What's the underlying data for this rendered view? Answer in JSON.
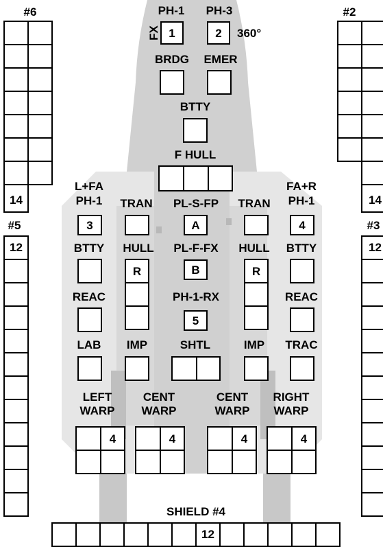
{
  "colors": {
    "hull": "#d6d6d6",
    "hull_dark": "#bfbfbf",
    "hull_light": "#e8e8e8",
    "line": "#000000"
  },
  "shields": {
    "s6": {
      "label": "#6",
      "count_label": "14"
    },
    "s2": {
      "label": "#2",
      "count_label": "14"
    },
    "s5": {
      "label": "#5",
      "count_label": "12"
    },
    "s3": {
      "label": "#3",
      "count_label": "12"
    },
    "s4": {
      "label": "SHIELD #4",
      "count_label": "12"
    }
  },
  "weapons": {
    "ph1_label": "PH-1",
    "ph3_label": "PH-3",
    "fx_label": "FX",
    "arc_label": "360°",
    "ph1_box": "1",
    "ph3_box": "2",
    "left_ph_label_1": "L+FA",
    "left_ph_label_2": "PH-1",
    "left_ph_box": "3",
    "right_ph_label_1": "FA+R",
    "right_ph_label_2": "PH-1",
    "right_ph_box": "4",
    "plsfp_label": "PL-S-FP",
    "plsfp_box": "A",
    "plffx_label": "PL-F-FX",
    "plffx_box": "B",
    "ph1rx_label": "PH-1-RX",
    "ph1rx_box": "5"
  },
  "systems": {
    "brdg": "BRDG",
    "emer": "EMER",
    "btty": "BTTY",
    "fhull": "F HULL",
    "tran_l": "TRAN",
    "tran_r": "TRAN",
    "btty_l": "BTTY",
    "btty_r": "BTTY",
    "hull_l": "HULL",
    "hull_r": "HULL",
    "hull_box": "R",
    "reac_l": "REAC",
    "reac_r": "REAC",
    "lab": "LAB",
    "imp_l": "IMP",
    "shtl": "SHTL",
    "imp_r": "IMP",
    "trac": "TRAC",
    "left_warp_1": "LEFT",
    "left_warp_2": "WARP",
    "cent_warp_l_1": "CENT",
    "cent_warp_l_2": "WARP",
    "cent_warp_r_1": "CENT",
    "cent_warp_r_2": "WARP",
    "right_warp_1": "RIGHT",
    "right_warp_2": "WARP",
    "warp_box": "4"
  }
}
